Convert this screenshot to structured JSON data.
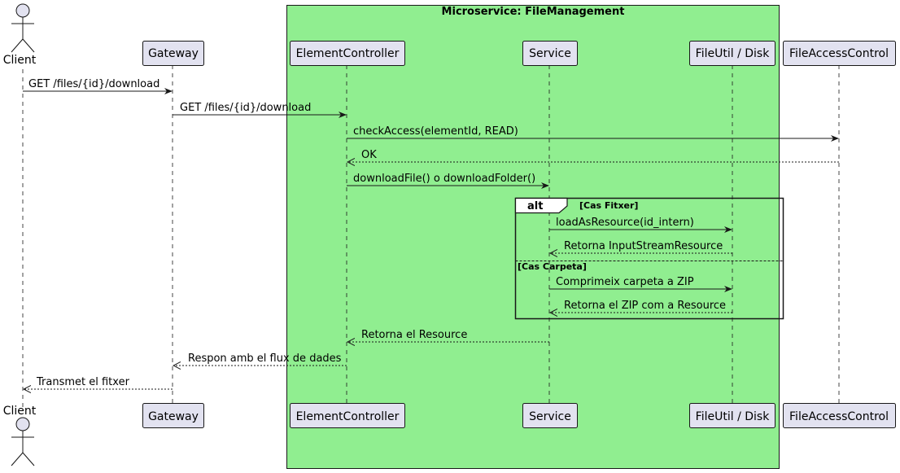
{
  "box": {
    "title": "Microservice: FileManagement",
    "color": "#90EE90"
  },
  "participants": {
    "client": "Client",
    "gateway": "Gateway",
    "element_controller": "ElementController",
    "service": "Service",
    "file_util": "FileUtil / Disk",
    "file_access": "FileAccessControl"
  },
  "messages": {
    "m1": "GET /files/{id}/download",
    "m2": "GET /files/{id}/download",
    "m3": "checkAccess(elementId, READ)",
    "m4": "OK",
    "m5": "downloadFile() o downloadFolder()",
    "m6": "loadAsResource(id_intern)",
    "m7": "Retorna InputStreamResource",
    "m8": "Comprimeix carpeta a ZIP",
    "m9": "Retorna el ZIP com a Resource",
    "m10": "Retorna el Resource",
    "m11": "Respon amb el flux de dades",
    "m12": "Transmet el fitxer"
  },
  "alt": {
    "keyword": "alt",
    "guard1": "[Cas Fitxer]",
    "guard2": "[Cas Carpeta]"
  },
  "colors": {
    "participant_fill": "#E2E2F0",
    "line": "#181818"
  }
}
